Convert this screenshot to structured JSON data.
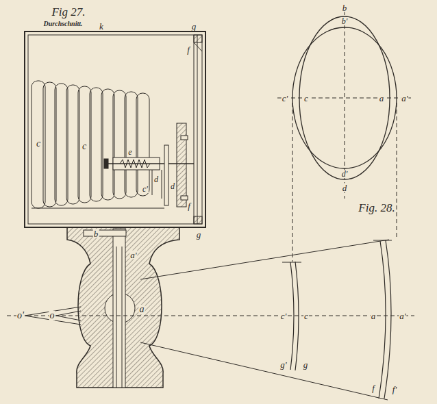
{
  "diagram": {
    "labels": [
      "Fig 27.",
      "Durchschnitt.",
      "k",
      "g",
      "f",
      "c",
      "c",
      "e",
      "d",
      "d",
      "c'",
      "f",
      "g",
      "b",
      "a'",
      "a",
      "o'",
      "o",
      "b",
      "b'",
      "c'",
      "c",
      "a",
      "a'",
      "d'",
      "d",
      "Fig. 28.",
      "c'",
      "c",
      "a",
      "a'",
      "g'",
      "g",
      "f",
      "f'"
    ]
  }
}
